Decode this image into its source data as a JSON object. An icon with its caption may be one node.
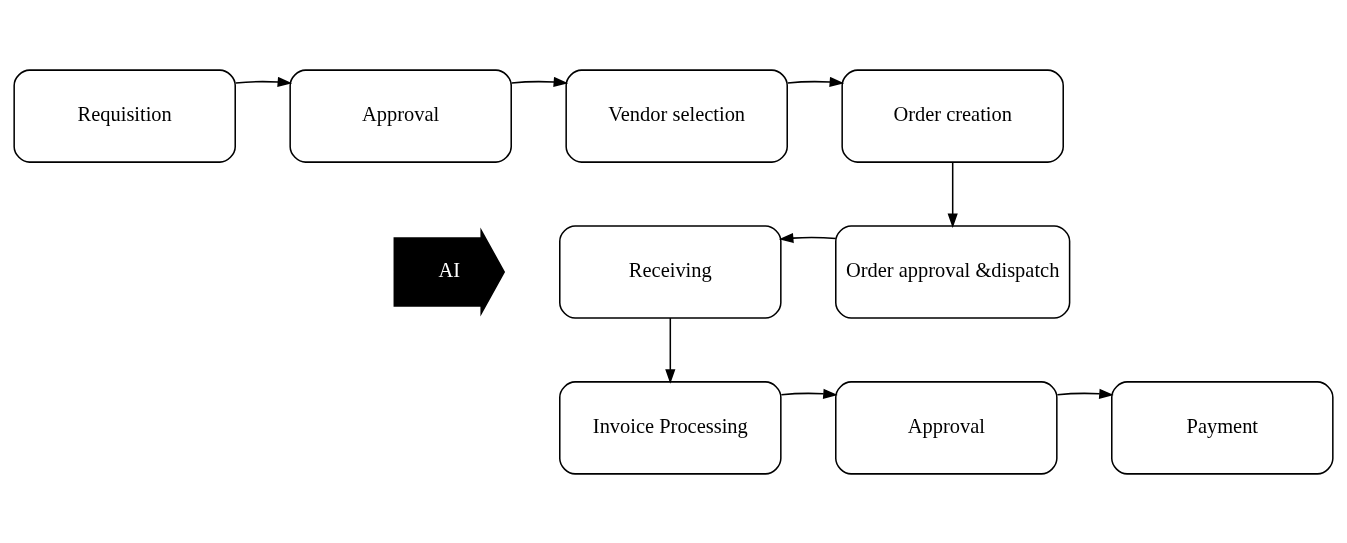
{
  "diagram": {
    "nodes": [
      {
        "text": [
          "Requisition"
        ]
      },
      {
        "text": [
          "Approval"
        ]
      },
      {
        "text": [
          "Vendor selection"
        ]
      },
      {
        "text": [
          "Order creation"
        ]
      },
      {
        "text": [
          "AI"
        ]
      },
      {
        "text": [
          "Receiving"
        ]
      },
      {
        "text": [
          "Order approval &dispatch"
        ]
      },
      {
        "text": [
          "Invoice Processing"
        ]
      },
      {
        "text": [
          "Approval"
        ]
      },
      {
        "text": [
          "Payment"
        ]
      }
    ],
    "edges": [
      {
        "from": 0,
        "to": 1,
        "arrow": "to"
      },
      {
        "from": 1,
        "to": 2,
        "arrow": "to"
      },
      {
        "from": 2,
        "to": 3,
        "arrow": "to"
      },
      {
        "from": 3,
        "to": 6,
        "arrow": "to"
      },
      {
        "from": 6,
        "to": 5,
        "arrow": "to"
      },
      {
        "from": 5,
        "to": 7,
        "arrow": "to"
      },
      {
        "from": 7,
        "to": 8,
        "arrow": "to"
      },
      {
        "from": 8,
        "to": 9,
        "arrow": "to"
      }
    ]
  }
}
